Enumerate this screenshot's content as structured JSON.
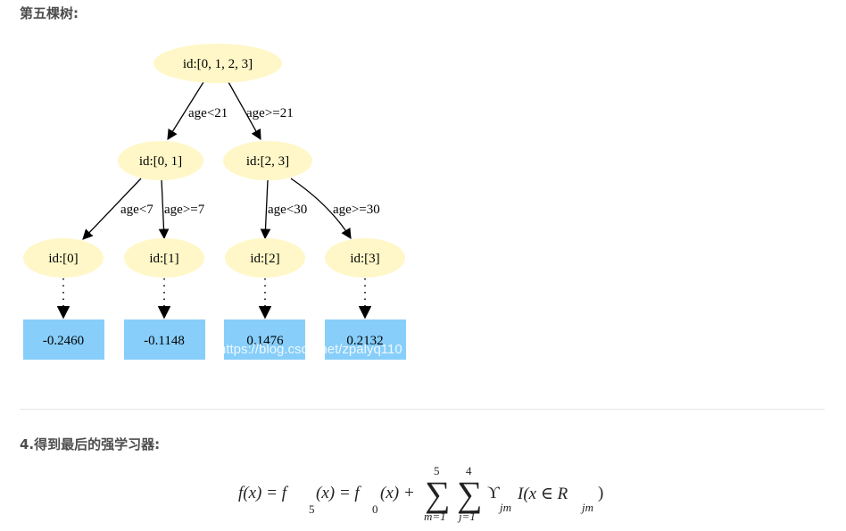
{
  "heading_tree": "第五棵树:",
  "heading_learner": "4.得到最后的强学习器:",
  "tree": {
    "nodes": [
      {
        "id": "root",
        "label": "id:[0, 1, 2, 3]"
      },
      {
        "id": "n01",
        "label": "id:[0, 1]"
      },
      {
        "id": "n23",
        "label": "id:[2, 3]"
      },
      {
        "id": "n0",
        "label": "id:[0]"
      },
      {
        "id": "n1",
        "label": "id:[1]"
      },
      {
        "id": "n2",
        "label": "id:[2]"
      },
      {
        "id": "n3",
        "label": "id:[3]"
      }
    ],
    "edges": [
      {
        "from": "root",
        "to": "n01",
        "label": "age<21"
      },
      {
        "from": "root",
        "to": "n23",
        "label": "age>=21"
      },
      {
        "from": "n01",
        "to": "n0",
        "label": "age<7"
      },
      {
        "from": "n01",
        "to": "n1",
        "label": "age>=7"
      },
      {
        "from": "n23",
        "to": "n2",
        "label": "age<30"
      },
      {
        "from": "n23",
        "to": "n3",
        "label": "age>=30"
      }
    ],
    "leaves": [
      {
        "from": "n0",
        "value": "-0.2460"
      },
      {
        "from": "n1",
        "value": "-0.1148"
      },
      {
        "from": "n2",
        "value": "0.1476"
      },
      {
        "from": "n3",
        "value": "0.2132"
      }
    ],
    "colors": {
      "node_fill": "#fff7c7",
      "leaf_fill": "#87cefa",
      "edge": "#000000"
    }
  },
  "watermark": "https://blog.csdn.net/zpalyq110",
  "formula": {
    "lhs": "f(x) = f",
    "lhs_sub": "5",
    "mid": "(x) = f",
    "mid_sub": "0",
    "rest": "(x) +",
    "sum1_upper": "5",
    "sum1_lower": "m=1",
    "sum2_upper": "4",
    "sum2_lower": "j=1",
    "term": "ϒ",
    "term_sub": "jm",
    "indicator": "I(x ∈ R",
    "indicator_sub": "jm",
    "close": ")"
  }
}
